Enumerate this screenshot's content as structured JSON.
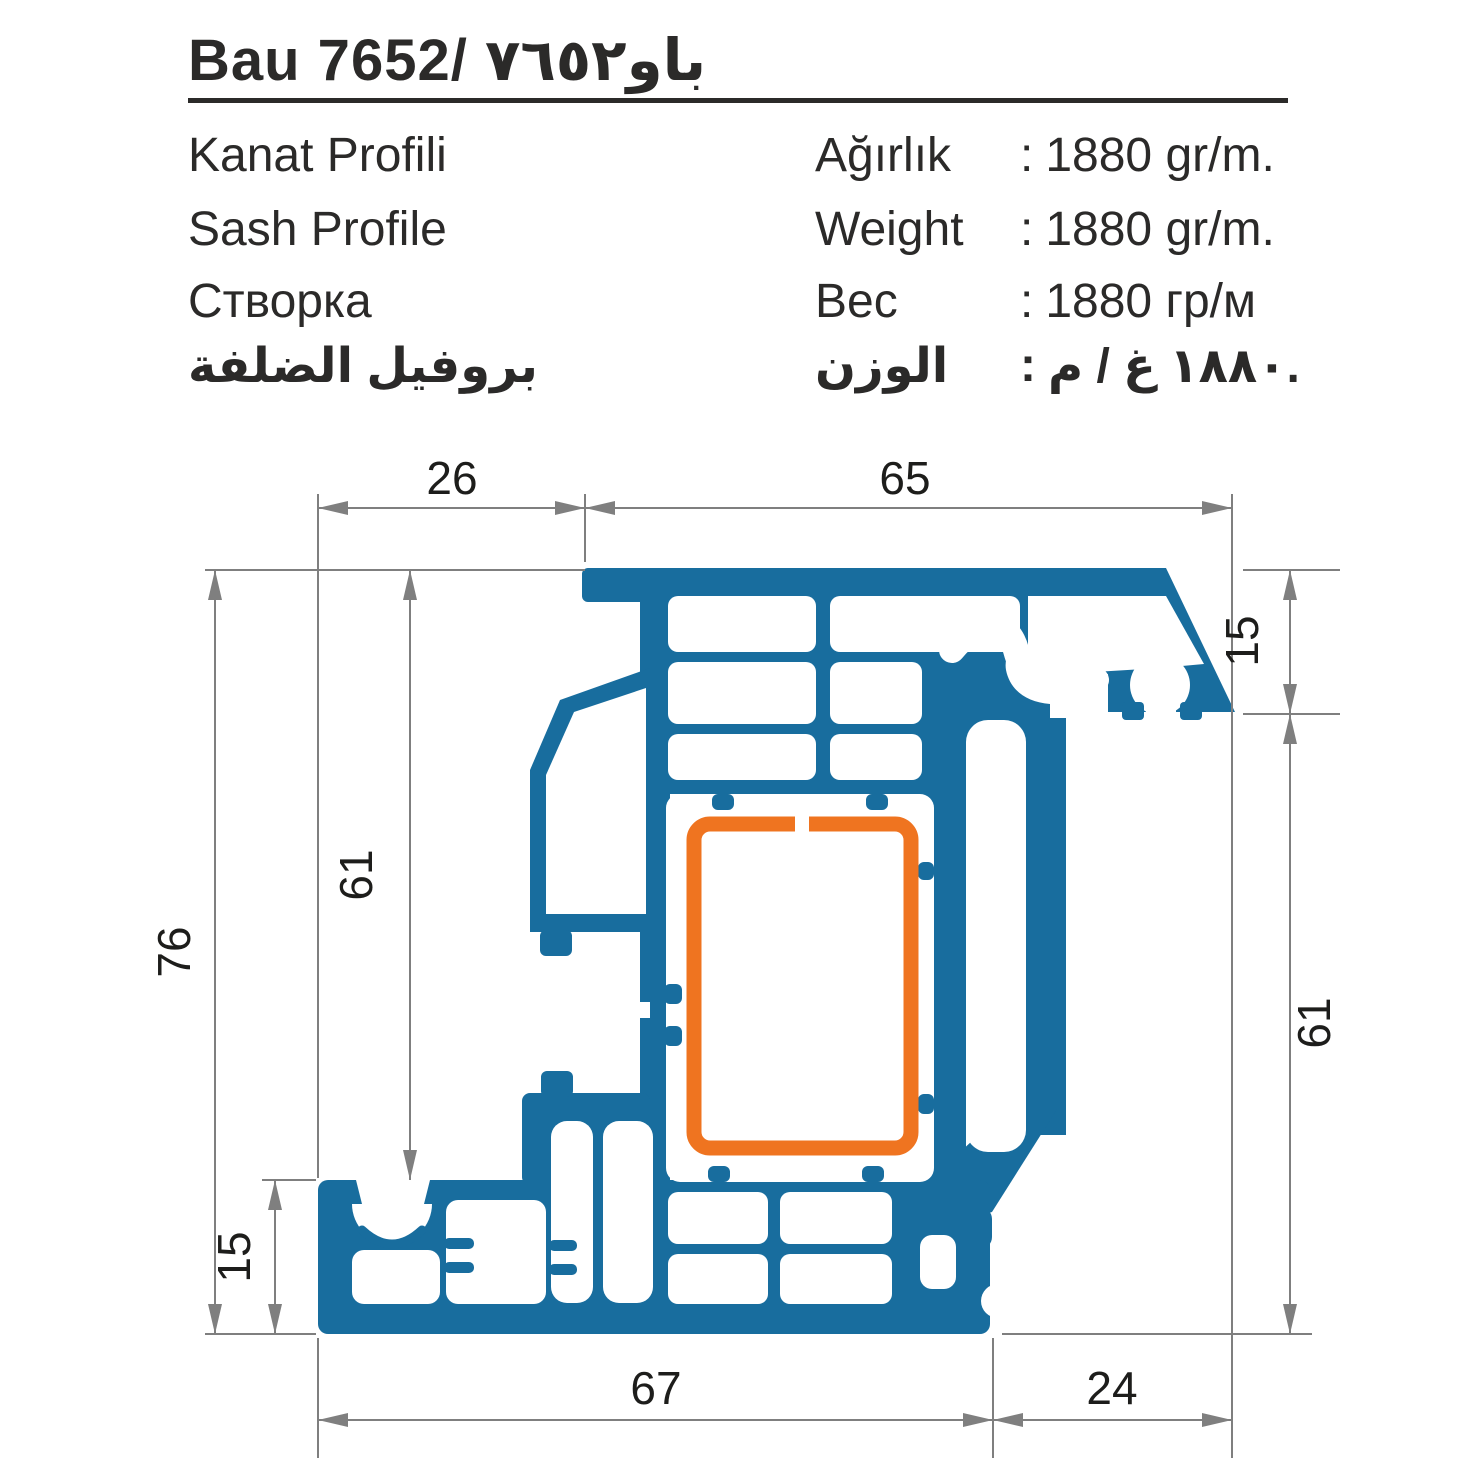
{
  "header": {
    "title": "Bau 7652/ باو٧٦٥٢",
    "rows": [
      {
        "label": "Kanat Profili",
        "key": "Ağırlık",
        "colon": ":",
        "value": "1880 gr/m."
      },
      {
        "label": "Sash Profile",
        "key": "Weight",
        "colon": ":",
        "value": "1880 gr/m."
      },
      {
        "label": "Створка",
        "key": "Вес",
        "colon": ":",
        "value": "1880 гр/м"
      },
      {
        "label": "بروفيل الضلفة",
        "key": "الوزن",
        "colon": ":",
        "value_visual": "م / غ ١٨٨٠."
      }
    ]
  },
  "drawing": {
    "type": "pvc-sash-profile-cross-section",
    "dims": {
      "top_left_width": "26",
      "top_width": "65",
      "right_top_height": "15",
      "right_height": "61",
      "left_total_height": "76",
      "left_inner_height": "61",
      "left_bottom_height": "15",
      "bottom_width": "67",
      "bottom_right_width": "24"
    },
    "colors": {
      "pvc_profile": "#186d9e",
      "steel_reinforcement": "#ef7420",
      "dimension_lines": "#7f7f7f",
      "dimension_text": "#1d1d1b"
    }
  }
}
